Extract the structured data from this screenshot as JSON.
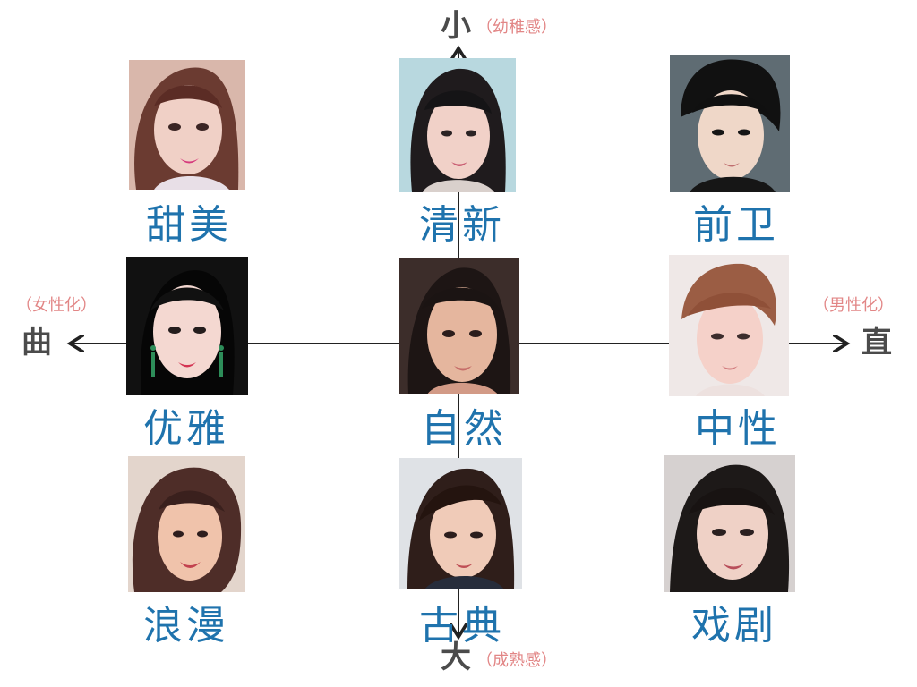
{
  "axes": {
    "top": {
      "label": "小",
      "note": "（幼稚感）"
    },
    "bottom": {
      "label": "大",
      "note": "（成熟感）"
    },
    "left": {
      "label": "曲",
      "note": "（女性化）"
    },
    "right": {
      "label": "直",
      "note": "（男性化）"
    }
  },
  "types": {
    "sweet": "甜美",
    "fresh": "清新",
    "avant": "前卫",
    "elegant": "优雅",
    "natural": "自然",
    "neutral": "中性",
    "romantic": "浪漫",
    "classical": "古典",
    "dramatic": "戏剧"
  },
  "colors": {
    "label_blue": "#1f73ad",
    "axis_gray": "#4b4b4b",
    "note_pink": "#e28686",
    "axis_line": "#222222"
  }
}
